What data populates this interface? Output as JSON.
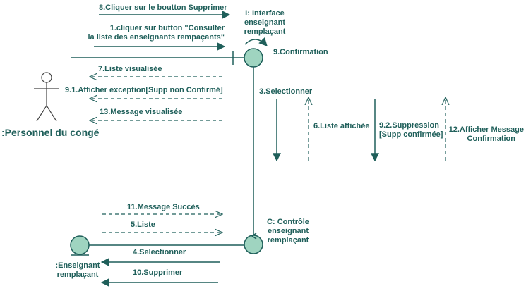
{
  "colors": {
    "line": "#1f5f5a",
    "object_fill": "#9fd4c0",
    "text": "#1f5f5a",
    "actor": "#444444"
  },
  "actor": {
    "label": ":Personnel du congé"
  },
  "interface_object": {
    "line1": "I: Interface",
    "line2": "enseignant",
    "line3": "remplaçant"
  },
  "control_object": {
    "line1": "C: Contrôle",
    "line2": "enseignant",
    "line3": "remplaçant"
  },
  "entity_object": {
    "line1": ":Enseignant",
    "line2": "remplaçant"
  },
  "messages": {
    "m8": "8.Cliquer sur le boutton Supprimer",
    "m1_line1": "1.cliquer sur button \"Consulter",
    "m1_line2": "la liste des enseignants rempaçants\"",
    "m9": "9.Confirmation",
    "m7": "7.Liste visualisée",
    "m91": "9.1.Afficher exception[Supp non Confirmé]",
    "m13": "13.Message visualisée",
    "m3": "3.Selectionner",
    "m6": "6.Liste affichée",
    "m92_line1": "9.2.Suppression",
    "m92_line2": "[Supp confirmée]",
    "m12_line1": "12.Afficher Message",
    "m12_line2": "Confirmation",
    "m11": "11.Message Succès",
    "m5": "5.Liste",
    "m4": "4.Selectionner",
    "m10": "10.Supprimer"
  }
}
